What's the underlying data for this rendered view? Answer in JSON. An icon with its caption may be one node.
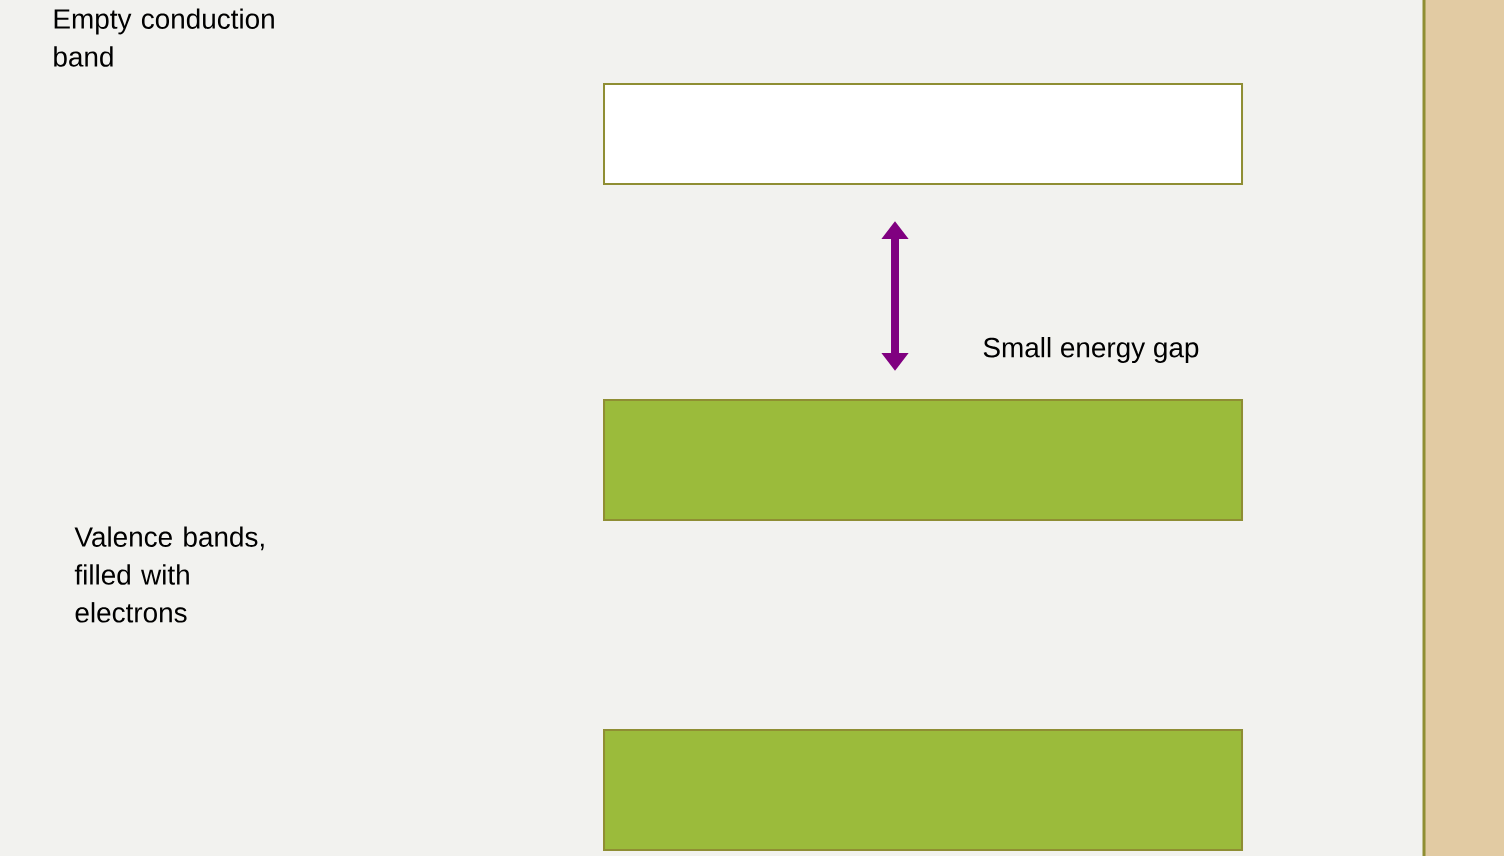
{
  "diagram": {
    "nodes": [
      {
        "text": [],
        "shape": "box"
      },
      {
        "text": [],
        "shape": "box"
      },
      {
        "text": [],
        "shape": "box"
      }
    ],
    "edges": [
      {
        "from": 0,
        "to": 1,
        "arrow": "both",
        "label": "Small energy gap"
      }
    ],
    "labels": [
      "Empty conduction band",
      "Valence bands, filled with electrons"
    ]
  }
}
